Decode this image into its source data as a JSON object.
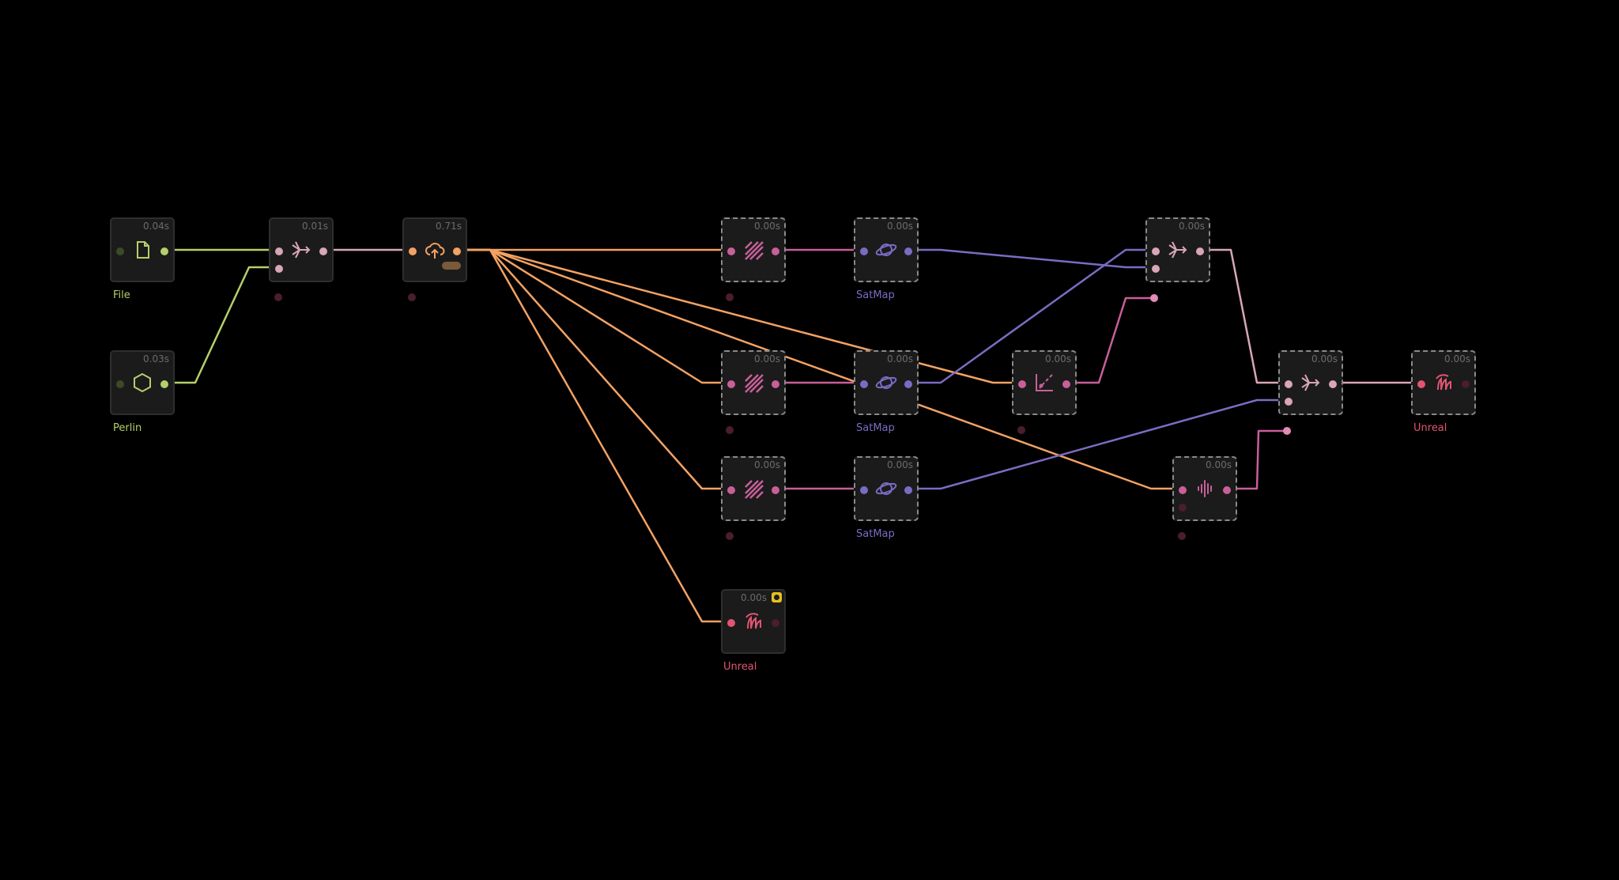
{
  "colors": {
    "background": "#000000",
    "input_green": "#b5cf6b",
    "wire_orange": "#f4a263",
    "wire_pink": "#c85f99",
    "wire_purple": "#7a6cc4",
    "wire_rose": "#d9a6b6",
    "unreal_red": "#e05572",
    "warning_yellow": "#e5c020"
  },
  "nodes": [
    {
      "id": "file",
      "time": "0.04s",
      "label": "File",
      "icon": "file-icon",
      "color": "#b5cf6b"
    },
    {
      "id": "perlin",
      "time": "0.03s",
      "label": "Perlin",
      "icon": "hexagon-icon",
      "color": "#b5cf6b"
    },
    {
      "id": "merge1",
      "time": "0.01s",
      "label": "",
      "icon": "merge-icon",
      "color": "#d9a6b6"
    },
    {
      "id": "upload",
      "time": "0.71s",
      "label": "",
      "icon": "cloud-upload-icon",
      "color": "#f4a263"
    },
    {
      "id": "hatch1",
      "time": "0.00s",
      "label": "",
      "icon": "hatch-icon",
      "color": "#c85f99"
    },
    {
      "id": "hatch2",
      "time": "0.00s",
      "label": "",
      "icon": "hatch-icon",
      "color": "#c85f99"
    },
    {
      "id": "hatch3",
      "time": "0.00s",
      "label": "",
      "icon": "hatch-icon",
      "color": "#c85f99"
    },
    {
      "id": "unreal1",
      "time": "0.00s",
      "label": "Unreal",
      "icon": "unreal-icon",
      "color": "#e05572"
    },
    {
      "id": "sat1",
      "time": "0.00s",
      "label": "SatMap",
      "icon": "planet-icon",
      "color": "#7a6cc4"
    },
    {
      "id": "sat2",
      "time": "0.00s",
      "label": "SatMap",
      "icon": "planet-icon",
      "color": "#7a6cc4"
    },
    {
      "id": "sat3",
      "time": "0.00s",
      "label": "SatMap",
      "icon": "planet-icon",
      "color": "#7a6cc4"
    },
    {
      "id": "graph",
      "time": "0.00s",
      "label": "",
      "icon": "graph-icon",
      "color": "#c85f99"
    },
    {
      "id": "merge2",
      "time": "0.00s",
      "label": "",
      "icon": "merge-icon",
      "color": "#d9a6b6"
    },
    {
      "id": "audio",
      "time": "0.00s",
      "label": "",
      "icon": "waveform-icon",
      "color": "#c85f99"
    },
    {
      "id": "merge3",
      "time": "0.00s",
      "label": "",
      "icon": "merge-icon",
      "color": "#d9a6b6"
    },
    {
      "id": "unreal2",
      "time": "0.00s",
      "label": "Unreal",
      "icon": "unreal-icon",
      "color": "#e05572"
    }
  ]
}
